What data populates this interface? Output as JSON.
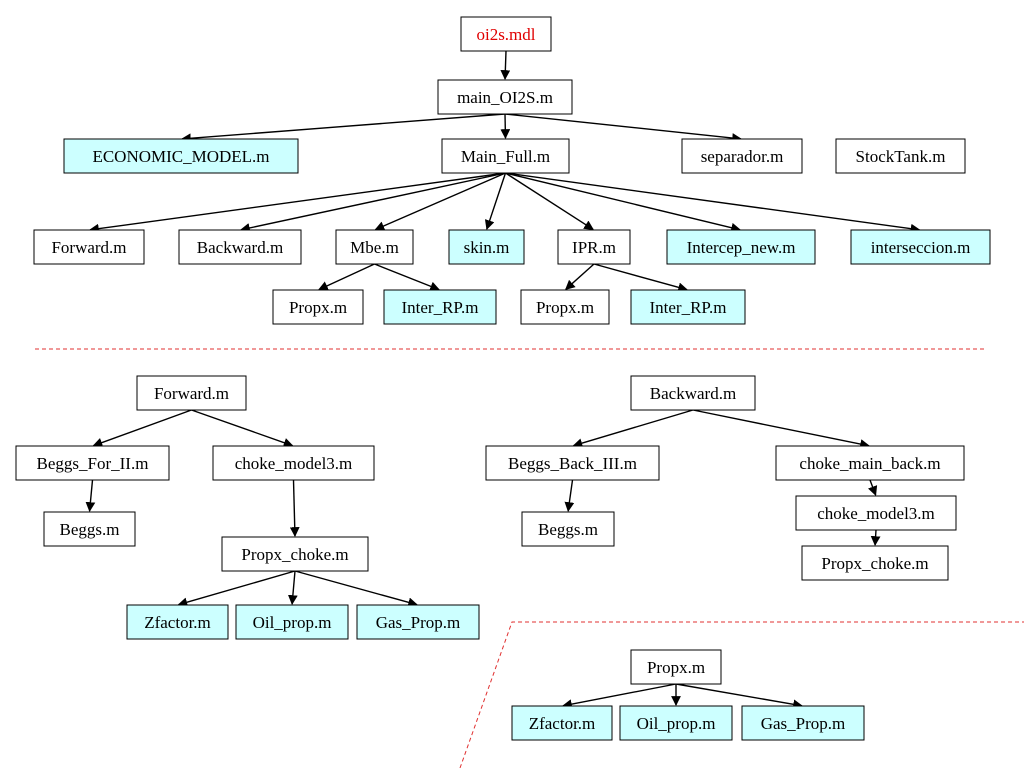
{
  "colors": {
    "highlight_fill": "#ccffff",
    "plain_fill": "#ffffff",
    "root_text": "#e00000",
    "text": "#000000",
    "divider": "#e03030"
  },
  "nodes": {
    "root": {
      "label": "oi2s.mdl",
      "highlight": false,
      "accent": true
    },
    "main": {
      "label": "main_OI2S.m",
      "highlight": false
    },
    "economic": {
      "label": "ECONOMIC_MODEL.m",
      "highlight": true
    },
    "mainfull": {
      "label": "Main_Full.m",
      "highlight": false
    },
    "separador": {
      "label": "separador.m",
      "highlight": false
    },
    "stocktank": {
      "label": "StockTank.m",
      "highlight": false
    },
    "forward1": {
      "label": "Forward.m",
      "highlight": false
    },
    "backward1": {
      "label": "Backward.m",
      "highlight": false
    },
    "mbe": {
      "label": "Mbe.m",
      "highlight": false
    },
    "skin": {
      "label": "skin.m",
      "highlight": true
    },
    "ipr": {
      "label": "IPR.m",
      "highlight": false
    },
    "intercep": {
      "label": "Intercep_new.m",
      "highlight": true
    },
    "interseccion": {
      "label": "interseccion.m",
      "highlight": true
    },
    "propx_mbe": {
      "label": "Propx.m",
      "highlight": false
    },
    "interrp_mbe": {
      "label": "Inter_RP.m",
      "highlight": true
    },
    "propx_ipr": {
      "label": "Propx.m",
      "highlight": false
    },
    "interrp_ipr": {
      "label": "Inter_RP.m",
      "highlight": true
    },
    "forward2": {
      "label": "Forward.m",
      "highlight": false
    },
    "beggsfor": {
      "label": "Beggs_For_II.m",
      "highlight": false
    },
    "chokemodel3_f": {
      "label": "choke_model3.m",
      "highlight": false
    },
    "beggs_f": {
      "label": "Beggs.m",
      "highlight": false
    },
    "propxchoke_f": {
      "label": "Propx_choke.m",
      "highlight": false
    },
    "zfactor_f": {
      "label": "Zfactor.m",
      "highlight": true
    },
    "oilprop_f": {
      "label": "Oil_prop.m",
      "highlight": true
    },
    "gasprop_f": {
      "label": "Gas_Prop.m",
      "highlight": true
    },
    "backward2": {
      "label": "Backward.m",
      "highlight": false
    },
    "beggsback": {
      "label": "Beggs_Back_III.m",
      "highlight": false
    },
    "chokemainback": {
      "label": "choke_main_back.m",
      "highlight": false
    },
    "beggs_b": {
      "label": "Beggs.m",
      "highlight": false
    },
    "chokemodel3_b": {
      "label": "choke_model3.m",
      "highlight": false
    },
    "propxchoke_b": {
      "label": "Propx_choke.m",
      "highlight": false
    },
    "propx3": {
      "label": "Propx.m",
      "highlight": false
    },
    "zfactor_p": {
      "label": "Zfactor.m",
      "highlight": true
    },
    "oilprop_p": {
      "label": "Oil_prop.m",
      "highlight": true
    },
    "gasprop_p": {
      "label": "Gas_Prop.m",
      "highlight": true
    }
  },
  "edges": [
    [
      "root",
      "main"
    ],
    [
      "main",
      "economic"
    ],
    [
      "main",
      "mainfull"
    ],
    [
      "main",
      "separador"
    ],
    [
      "mainfull",
      "forward1"
    ],
    [
      "mainfull",
      "backward1"
    ],
    [
      "mainfull",
      "mbe"
    ],
    [
      "mainfull",
      "skin"
    ],
    [
      "mainfull",
      "ipr"
    ],
    [
      "mainfull",
      "intercep"
    ],
    [
      "mainfull",
      "interseccion"
    ],
    [
      "mbe",
      "propx_mbe"
    ],
    [
      "mbe",
      "interrp_mbe"
    ],
    [
      "ipr",
      "propx_ipr"
    ],
    [
      "ipr",
      "interrp_ipr"
    ],
    [
      "forward2",
      "beggsfor"
    ],
    [
      "forward2",
      "chokemodel3_f"
    ],
    [
      "beggsfor",
      "beggs_f"
    ],
    [
      "chokemodel3_f",
      "propxchoke_f"
    ],
    [
      "propxchoke_f",
      "zfactor_f"
    ],
    [
      "propxchoke_f",
      "oilprop_f"
    ],
    [
      "propxchoke_f",
      "gasprop_f"
    ],
    [
      "backward2",
      "beggsback"
    ],
    [
      "backward2",
      "chokemainback"
    ],
    [
      "beggsback",
      "beggs_b"
    ],
    [
      "chokemainback",
      "chokemodel3_b"
    ],
    [
      "chokemodel3_b",
      "propxchoke_b"
    ],
    [
      "propx3",
      "zfactor_p"
    ],
    [
      "propx3",
      "oilprop_p"
    ],
    [
      "propx3",
      "gasprop_p"
    ]
  ]
}
